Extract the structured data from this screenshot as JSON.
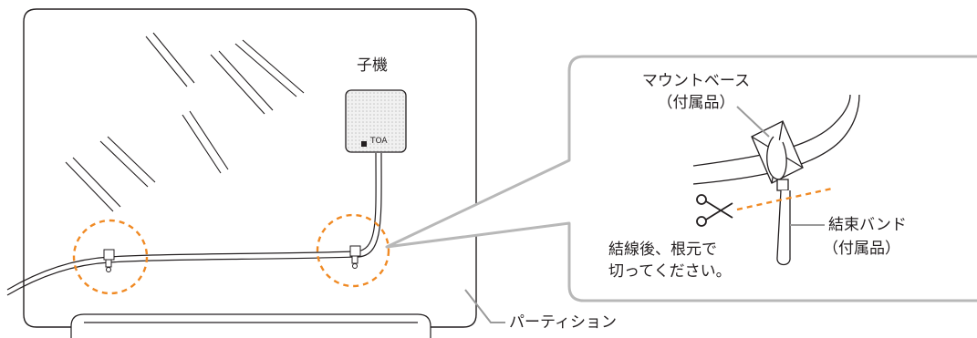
{
  "labels": {
    "intercom_unit": "子機",
    "unit_logo": "TOA",
    "mount_base_line1": "マウントベース",
    "mount_base_line2": "（付属品）",
    "cut_note_line1": "結線後、根元で",
    "cut_note_line2": "切ってください。",
    "cable_tie_line1": "結束バンド",
    "cable_tie_line2": "（付属品）",
    "partition": "パーティション"
  },
  "colors": {
    "line": "#231f20",
    "callout_border": "#b8b8b8",
    "leader_gray": "#9a9a9a",
    "highlight_orange": "#f08a24",
    "unit_fill": "#e9e9e9"
  },
  "icons": {
    "cut_marker": "scissors-icon"
  }
}
